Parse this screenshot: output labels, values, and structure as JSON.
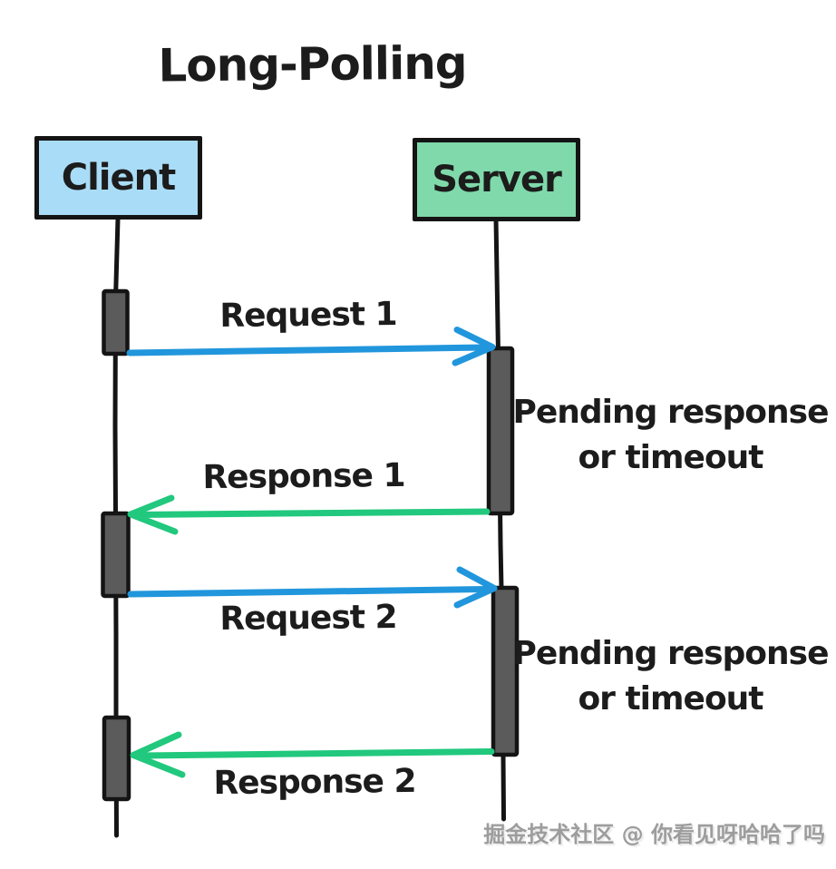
{
  "title": "Long-Polling",
  "actors": {
    "client": {
      "label": "Client",
      "fill": "#a9dcf7"
    },
    "server": {
      "label": "Server",
      "fill": "#7fd9ab"
    }
  },
  "messages": [
    {
      "label": "Request 1",
      "from": "client",
      "to": "server",
      "color": "#2196dc"
    },
    {
      "label": "Response 1",
      "from": "server",
      "to": "client",
      "color": "#21c87d"
    },
    {
      "label": "Request 2",
      "from": "client",
      "to": "server",
      "color": "#2196dc"
    },
    {
      "label": "Response 2",
      "from": "server",
      "to": "client",
      "color": "#21c87d"
    }
  ],
  "annotations": [
    {
      "line1": "Pending response",
      "line2": "or timeout"
    },
    {
      "line1": "Pending response",
      "line2": "or timeout"
    }
  ],
  "watermark": "掘金技术社区 @ 你看见呀哈哈了吗",
  "colors": {
    "lifeline": "#141414",
    "activation_fill": "#5b5b5b",
    "activation_border": "#141414",
    "request_blue": "#2196dc",
    "response_green": "#21c87d",
    "text": "#1c1c1c",
    "watermark_gray": "#9d9d9d"
  }
}
